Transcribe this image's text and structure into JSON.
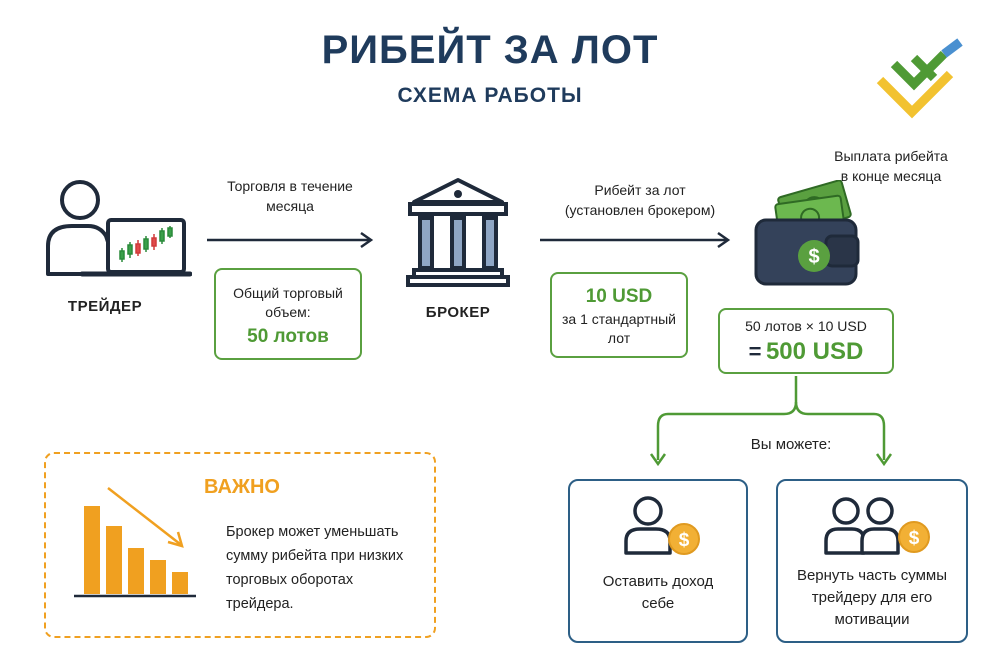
{
  "header": {
    "title": "РИБЕЙТ ЗА ЛОТ",
    "subtitle": "СХЕМА РАБОТЫ"
  },
  "trader": {
    "label": "ТРЕЙДЕР",
    "arrow_label_line1": "Торговля в течение",
    "arrow_label_line2": "месяца",
    "volume_line1": "Общий торговый",
    "volume_line2": "объем:",
    "volume_value": "50 лотов"
  },
  "broker": {
    "label": "БРОКЕР",
    "arrow_label_line1": "Рибейт за лот",
    "arrow_label_line2": "(установлен брокером)",
    "rate_value": "10 USD",
    "rate_line1": "за 1 стандартный",
    "rate_line2": "лот"
  },
  "payout": {
    "label_line1": "Выплата рибейта",
    "label_line2": "в конце месяца",
    "formula": "50 лотов × 10 USD",
    "equals": "=",
    "total": "500 USD"
  },
  "options": {
    "heading": "Вы можете:",
    "keep_line1": "Оставить доход",
    "keep_line2": "себе",
    "share_line1": "Вернуть часть суммы",
    "share_line2": "трейдеру для его",
    "share_line3": "мотивации"
  },
  "important": {
    "title": "ВАЖНО",
    "line1": "Брокер может уменьшать",
    "line2": "сумму рибейта при низких",
    "line3": "торговых оборотах",
    "line4": "трейдера."
  },
  "icons": {
    "logo": "litefinance-logo-icon",
    "trader": "trader-laptop-icon",
    "broker": "bank-building-icon",
    "wallet": "wallet-money-icon",
    "person_coin": "person-coin-icon",
    "people_coin": "two-people-coin-icon",
    "declining_bars": "declining-bar-chart-icon",
    "dollar_symbol": "$"
  },
  "colors": {
    "title": "#1f3b5c",
    "green": "#4f9a35",
    "blue_border": "#2d5f86",
    "orange": "#f0a020",
    "coin": "#f2b035"
  }
}
